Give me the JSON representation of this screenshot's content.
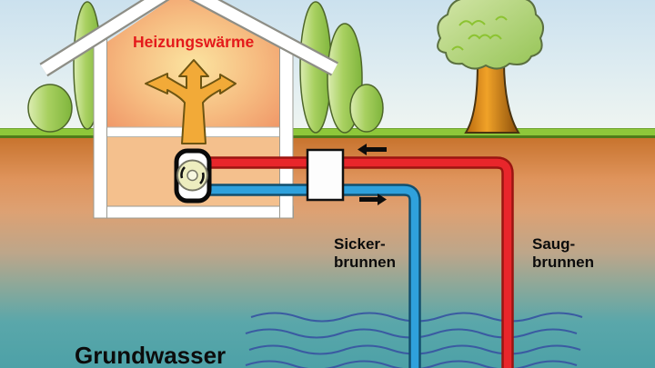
{
  "diagram": {
    "heating_label": "Heizungswärme",
    "seepage_well": {
      "line1": "Sicker-",
      "line2": "brunnen"
    },
    "suction_well": {
      "line1": "Saug-",
      "line2": "brunnen"
    },
    "groundwater_label": "Grundwasser"
  },
  "icons": {
    "heat_spread_arrow": "three-way-up-arrow",
    "flow_in_arrow": "arrow-left",
    "flow_out_arrow": "arrow-right",
    "heat_pump": "fan-circle-unit",
    "well_head": "white-box",
    "groundwater_waves": "wave-lines"
  },
  "colors": {
    "heating_text": "#e41a1b",
    "heat_arrow": "#f2aa38",
    "warm_pipe": "#e8262b",
    "warm_pipe_outline": "#9b1511",
    "cold_pipe": "#2fa1dc",
    "cold_pipe_outline": "#124f6e",
    "sky": "#cbe1ee",
    "grass": "#8ec73a",
    "soil": "#c8742e",
    "groundwater": "#4da1a7",
    "wave_line": "#3a5ba2",
    "label_text": "#0c0c0c"
  }
}
